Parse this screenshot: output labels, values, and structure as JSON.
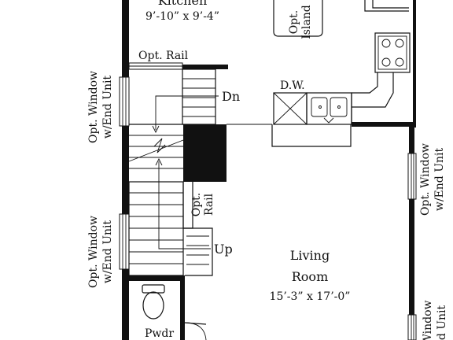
{
  "rooms": {
    "kitchen": {
      "name": "Kitchen",
      "dims": "9’-10” x 9’-4”"
    },
    "living": {
      "name_line1": "Living",
      "name_line2": "Room",
      "dims": "15’-3” x 17’-0”"
    },
    "powder": {
      "name": "Pwdr"
    }
  },
  "labels": {
    "opt_island_line1": "Opt.",
    "opt_island_line2": "Island",
    "opt_rail_top": "Opt. Rail",
    "opt_rail_mid_line1": "Opt.",
    "opt_rail_mid_line2": "Rail",
    "dishwasher": "D.W.",
    "down": "Dn",
    "up": "Up",
    "window_left_top_line1": "Opt. Window",
    "window_left_top_line2": "w/End Unit",
    "window_left_bottom_line1": "Opt. Window",
    "window_left_bottom_line2": "w/End Unit",
    "window_right_top_line1": "Opt. Window",
    "window_right_top_line2": "w/End Unit",
    "window_right_bottom_line1": "Window",
    "window_right_bottom_line2": "d Unit"
  }
}
